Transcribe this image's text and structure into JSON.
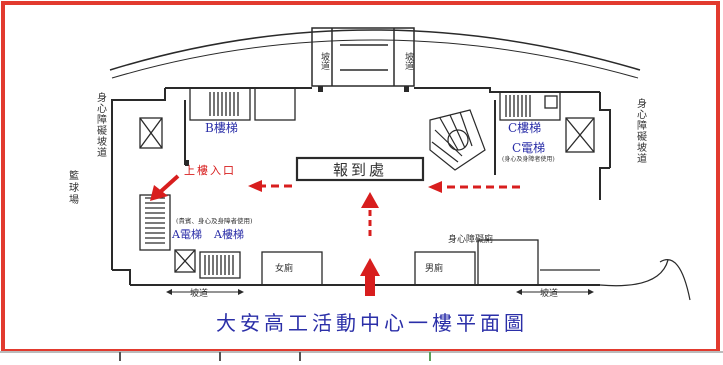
{
  "plan": {
    "title": "大安高工活動中心一樓平面圖",
    "reception": "報到處",
    "upstairs_entrance": "上樓入口",
    "b_stairs": "B樓梯",
    "c_stairs": "C樓梯",
    "c_elevator": "C電梯",
    "c_elevator_note": "(身心及身障者使用)",
    "a_note": "(貴賓、身心及身障者使用)",
    "a_elevator": "A電梯",
    "a_stairs": "A樓梯",
    "womens_restroom": "女廁",
    "mens_restroom": "男廁",
    "accessible_restroom": "身心障礙廁",
    "ramp_left": "坡道",
    "ramp_right": "坡道",
    "ramp_top_left": "坡道",
    "ramp_top_right": "坡道",
    "accessible_ramp_left": "身心障礙坡道",
    "accessible_ramp_right": "身心障礙坡道",
    "basketball_court": "籃球場"
  },
  "colors": {
    "frame": "#e23a2e",
    "walls": "#2a2a2a",
    "arrow_red": "#d81e1e",
    "text_blue": "#2b2fa8"
  }
}
